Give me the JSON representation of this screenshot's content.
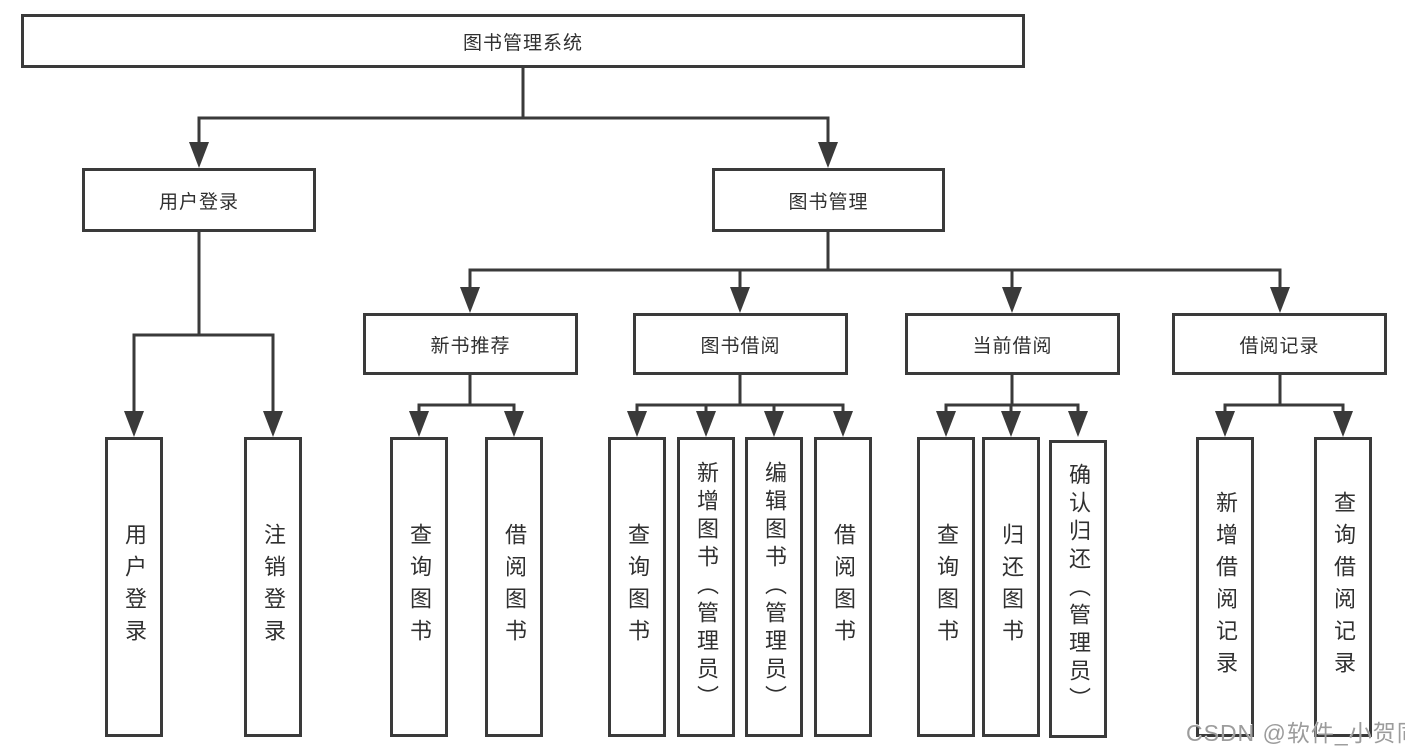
{
  "title": "图书管理系统",
  "watermark": "CSDN @软件_小贺同学",
  "colors": {
    "line": "#3a3a3a",
    "text": "#303030",
    "box_background": "#ffffff",
    "watermark_gray": "#949494"
  },
  "tree": {
    "root": "图书管理系统",
    "level2": [
      {
        "label": "用户登录",
        "children": [
          "用户登录",
          "注销登录"
        ]
      },
      {
        "label": "图书管理"
      }
    ],
    "level3": [
      {
        "label": "新书推荐",
        "children": [
          "查询图书",
          "借阅图书"
        ]
      },
      {
        "label": "图书借阅",
        "children": [
          "查询图书",
          "新增图书（管理员）",
          "编辑图书（管理员）",
          "借阅图书"
        ]
      },
      {
        "label": "当前借阅",
        "children": [
          "查询图书",
          "归还图书",
          "确认归还（管理员）"
        ]
      },
      {
        "label": "借阅记录",
        "children": [
          "新增借阅记录",
          "查询借阅记录"
        ]
      }
    ]
  }
}
